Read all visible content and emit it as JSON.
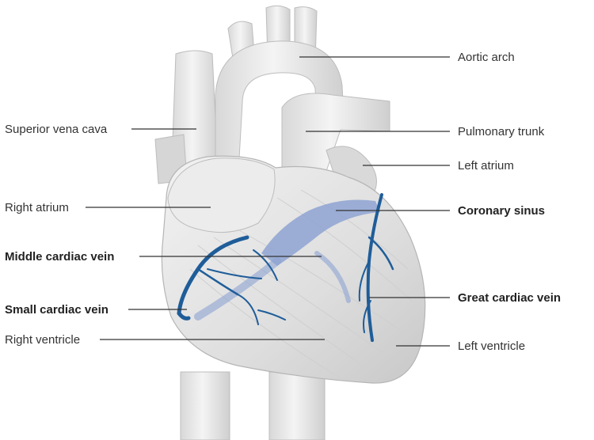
{
  "labels": {
    "aortic_arch": "Aortic arch",
    "superior_vena_cava": "Superior vena cava",
    "pulmonary_trunk": "Pulmonary trunk",
    "left_atrium": "Left atrium",
    "right_atrium": "Right atrium",
    "coronary_sinus": "Coronary sinus",
    "middle_cardiac_vein": "Middle cardiac vein",
    "small_cardiac_vein": "Small cardiac vein",
    "great_cardiac_vein": "Great cardiac vein",
    "right_ventricle": "Right ventricle",
    "left_ventricle": "Left ventricle"
  },
  "colors": {
    "heart_fill": "#e4e4e4",
    "heart_shadow": "#c9c9c9",
    "vein": "#1f5d99",
    "sinus": "#8ea3d2",
    "leader_line": "#333333"
  }
}
